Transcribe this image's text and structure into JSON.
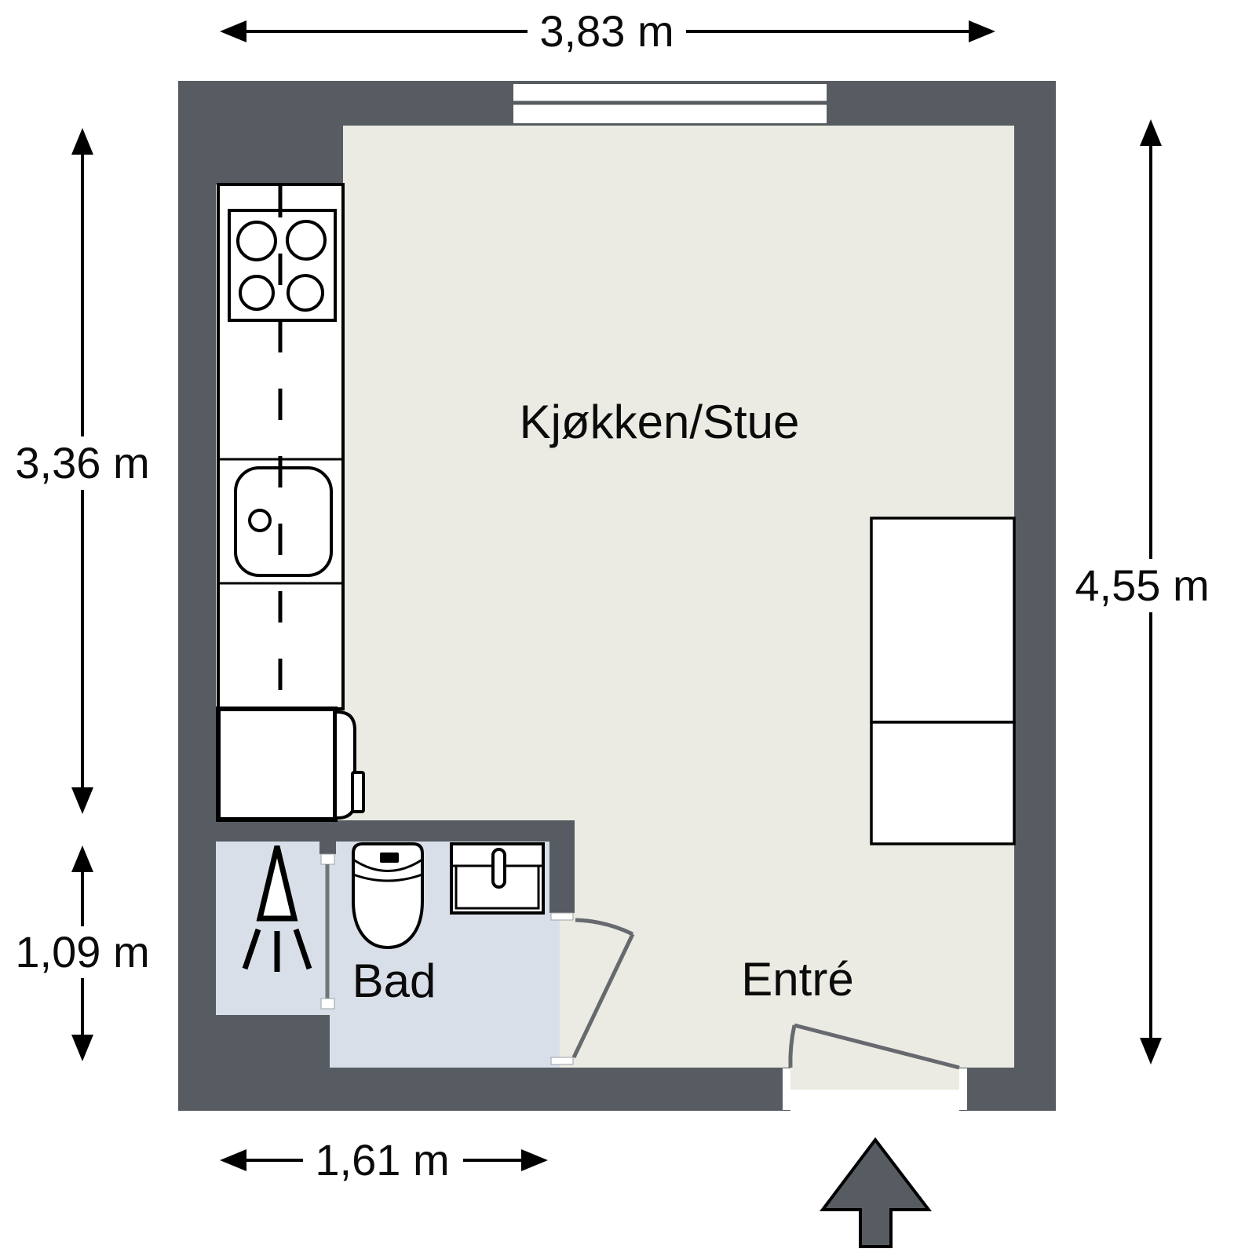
{
  "plan": {
    "type": "floor-plan",
    "rooms": {
      "kitchen_living": {
        "label": "Kjøkken/Stue"
      },
      "bathroom": {
        "label": "Bad"
      },
      "entry": {
        "label": "Entré"
      }
    },
    "dimensions": {
      "top_width": "3,83 m",
      "left_upper_height": "3,36 m",
      "left_lower_height": "1,09 m",
      "right_height": "4,55 m",
      "bottom_width": "1,61 m"
    },
    "fixtures": [
      "window",
      "stove",
      "kitchen-sink",
      "refrigerator",
      "wardrobe-large",
      "wardrobe-small",
      "toilet",
      "bathroom-sink",
      "shower",
      "shower-screen",
      "bathroom-door",
      "entry-door",
      "entrance-arrow"
    ],
    "colors": {
      "wall": "#575c62",
      "floor": "#ebebe3",
      "bath_floor": "#d9dfe9",
      "door_swing": "#66696e",
      "screen": "#70757a",
      "outline": "#000000",
      "entrance_arrow": "#575c62"
    }
  }
}
